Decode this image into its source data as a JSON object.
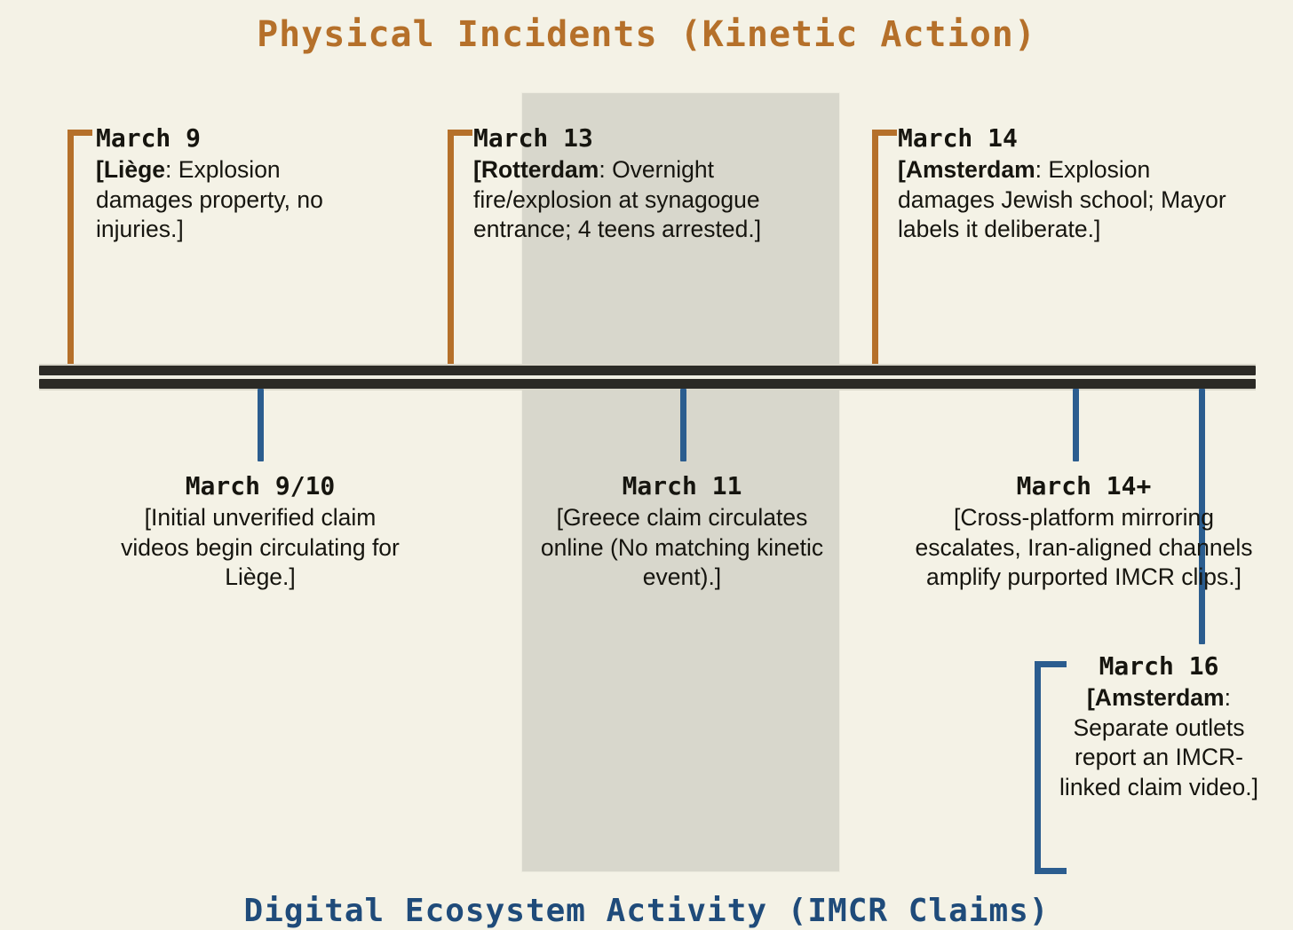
{
  "titles": {
    "top": "Physical Incidents (Kinetic Action)",
    "bottom": "Digital Ecosystem Activity (IMCR Claims)"
  },
  "colors": {
    "background": "#f4f2e6",
    "band": "#cfcec4",
    "kinetic_accent": "#b5702a",
    "digital_accent": "#2b5d8f",
    "axis": "#2b2a25",
    "text": "#16150f"
  },
  "kinetic_events": [
    {
      "date": "March 9",
      "lead": "[Liège",
      "text": ": Explosion damages property, no injuries.]"
    },
    {
      "date": "March 13",
      "lead": "[Rotterdam",
      "text": ": Overnight fire/explosion at synagogue entrance; 4 teens arrested.]"
    },
    {
      "date": "March 14",
      "lead": "[Amsterdam",
      "text": ": Explosion damages Jewish school; Mayor labels it deliberate.]"
    }
  ],
  "digital_events": [
    {
      "date": "March 9/10",
      "lead": "",
      "text": "[Initial unverified claim videos begin circulating for Liège.]"
    },
    {
      "date": "March 11",
      "lead": "",
      "text": "[Greece claim circulates online (No matching kinetic event).]"
    },
    {
      "date": "March 14+",
      "lead": "",
      "text": "[Cross-platform mirroring escalates, Iran-aligned channels amplify purported IMCR clips.]"
    },
    {
      "date": "March 16",
      "lead": "[Amsterdam",
      "text": ": Separate outlets report an IMCR-linked claim video.]"
    }
  ]
}
